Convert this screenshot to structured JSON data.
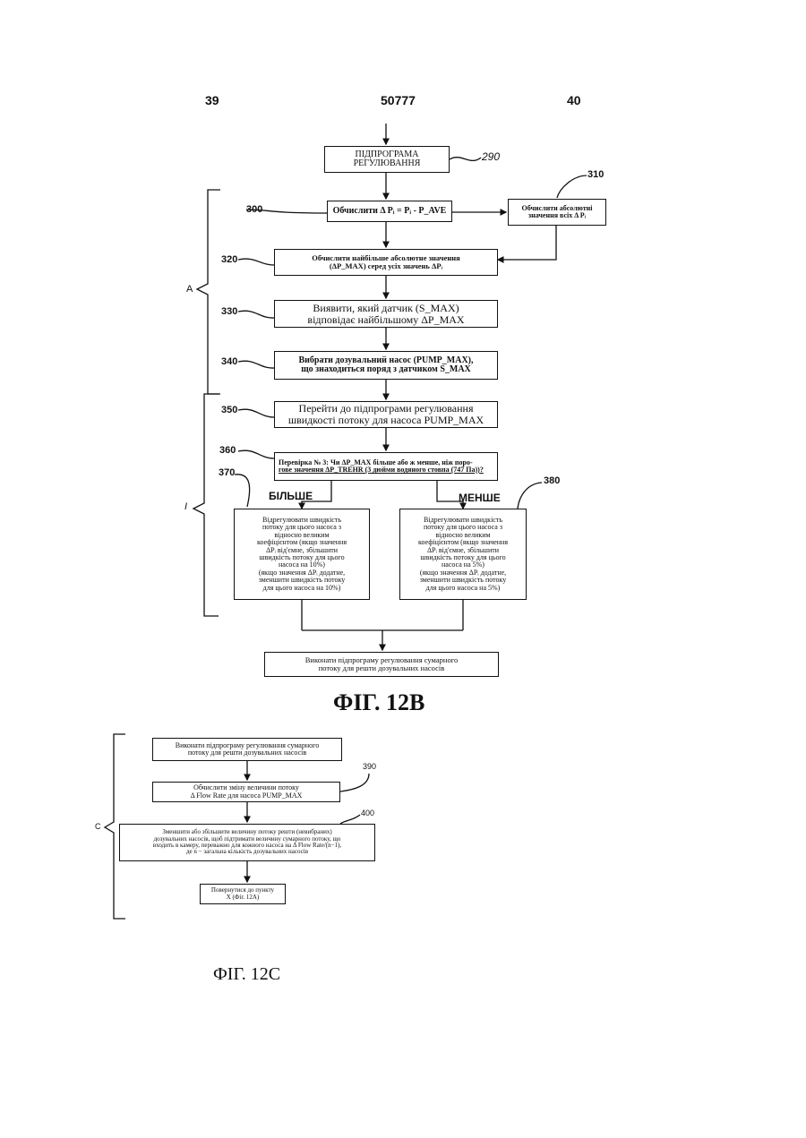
{
  "header": {
    "page_left": "39",
    "doc_number": "50777",
    "page_right": "40"
  },
  "fig12b": {
    "title": "ФІГ. 12В",
    "bracket_a": "A",
    "bracket_b": "I",
    "start": {
      "ref": "290",
      "lines": [
        "ПІДПРОГРАМА",
        "РЕГУЛЮВАННЯ"
      ]
    },
    "s300": {
      "ref": "300",
      "lines": [
        "Обчислити Δ Pᵢ = Pᵢ - P_AVE"
      ]
    },
    "s310": {
      "ref": "310",
      "lines": [
        "Обчислити абсолютні",
        "значення всіх Δ Pᵢ"
      ]
    },
    "s320": {
      "ref": "320",
      "lines": [
        "Обчислити найбільше абсолютне значення",
        "(ΔP_MAX) серед усіх значень ΔPᵢ"
      ]
    },
    "s330": {
      "ref": "330",
      "lines": [
        "Виявити, який датчик (S_MAX)",
        "відповідає найбільшому ΔP_MAX"
      ]
    },
    "s340": {
      "ref": "340",
      "lines": [
        "Вибрати дозувальний насос (PUMP_MAX),",
        "що знаходиться поряд з датчиком S_MAX"
      ]
    },
    "s350": {
      "ref": "350",
      "lines": [
        "Перейти до підпрограми регулювання",
        "швидкості потоку для насоса PUMP_MAX"
      ]
    },
    "s360": {
      "ref": "360",
      "lines": [
        "Перевірка № 3: Чи ΔP_MAX більше або ж менше, ніж порo-",
        "гове значення ΔP_TREHR (3 дюйми водяного стовпа (747 Па))?"
      ]
    },
    "branch_more": "БІЛЬШЕ",
    "branch_less": "МЕНШЕ",
    "s370": {
      "ref": "370",
      "lines": [
        "Відрегулювати швидкість",
        "потоку для цього насоса з",
        "відносно великим",
        "коефіцієнтом (якщо значення",
        "ΔPᵢ від'ємне, збільшити",
        "швидкість потоку для цього",
        "насоса на 10%)",
        "(якщо значення ΔPᵢ додатне,",
        "зменшити швидкість потоку",
        "для цього насоса на 10%)"
      ]
    },
    "s380": {
      "ref": "380",
      "lines": [
        "Відрегулювати швидкість",
        "потоку для цього насоса з",
        "відносно великим",
        "коефіцієнтом (якщо значення",
        "ΔPᵢ від'ємне, збільшити",
        "швидкість потоку для цього",
        "насоса на 5%)",
        "(якщо значення ΔPᵢ додатне,",
        "зменшити швидкість потоку",
        "для цього насоса на 5%)"
      ]
    },
    "end": {
      "lines": [
        "Виконати підпрограму регулювання сумарного",
        "потоку для решти дозувальних насосів"
      ]
    }
  },
  "fig12c": {
    "title": "ФІГ. 12С",
    "bracket_c": "C",
    "start": {
      "lines": [
        "Виконати підпрограму регулювання сумарного",
        "потоку для решти дозувальних насосів"
      ]
    },
    "s390": {
      "ref": "390",
      "lines": [
        "Обчислити зміну величини потоку",
        "Δ Flow Rate для насоса PUMP_MAX"
      ]
    },
    "s400": {
      "ref": "400",
      "lines": [
        "Зменшити або збільшити величину потоку решти (невибраних)",
        "дозувальних насосів, щоб підтримати величину сумарного потоку, що",
        "входить в камеру, переважно для кожного насоса на Δ Flow Rate/(n−1),",
        "де n − загальна кількість дозувальних насосів"
      ]
    },
    "end": {
      "lines": [
        "Повернутися до пункту",
        "X (Фіг. 12А)"
      ]
    }
  }
}
